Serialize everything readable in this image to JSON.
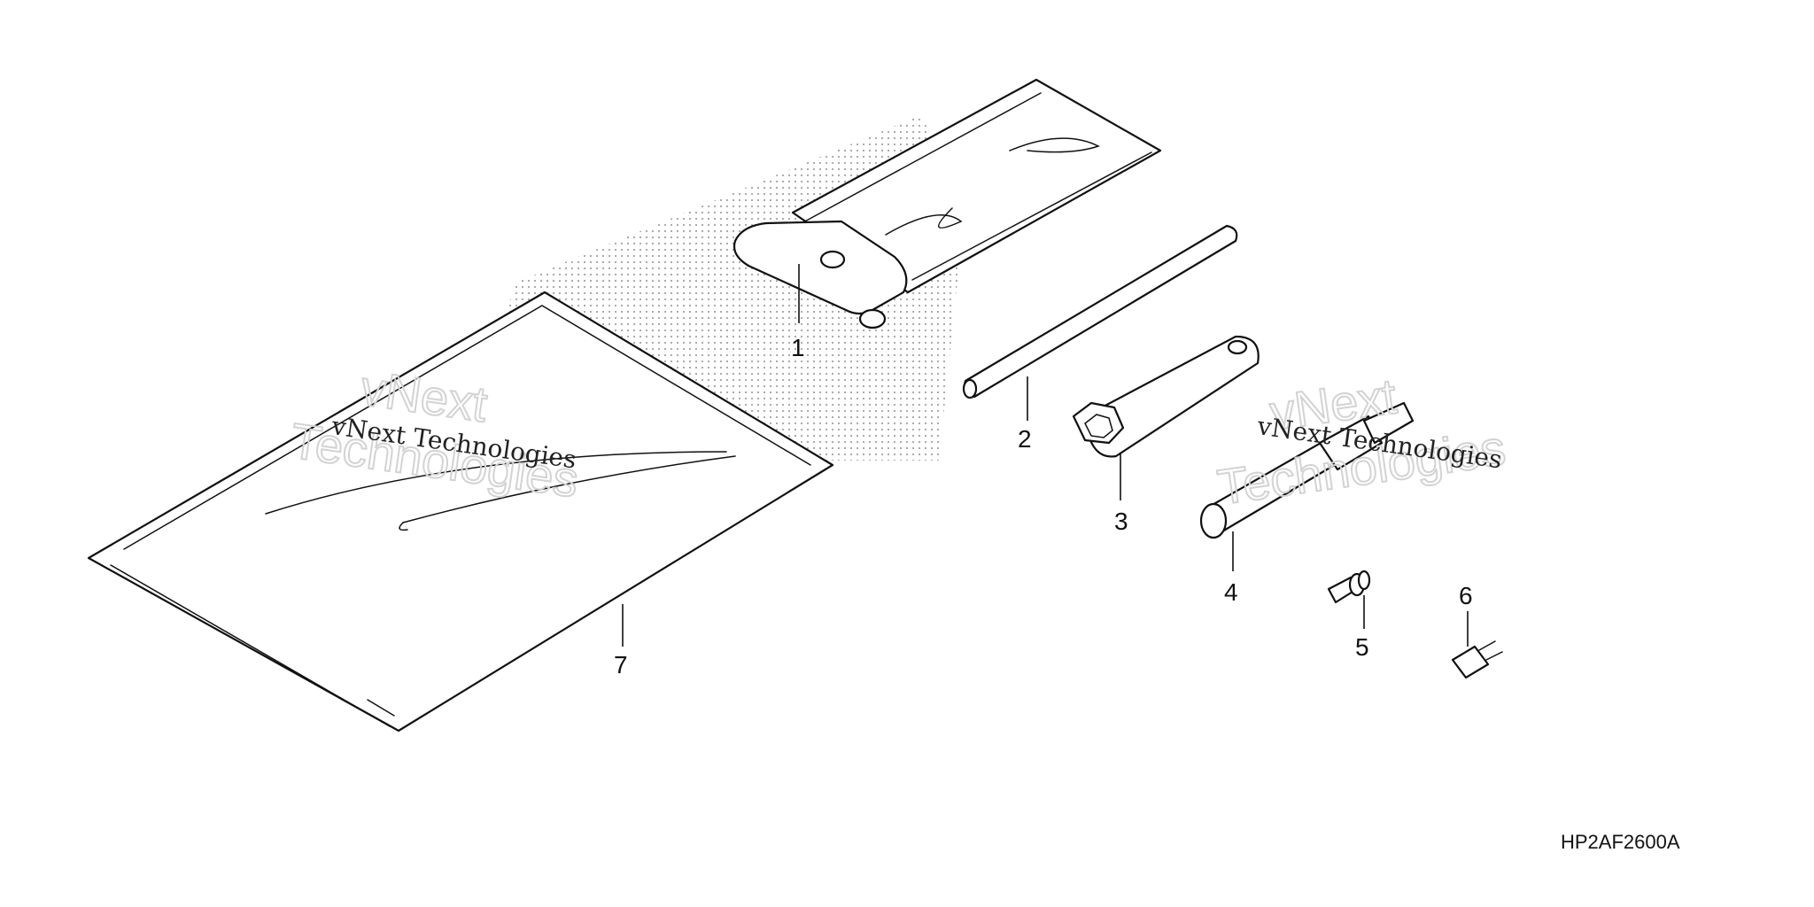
{
  "diagram": {
    "parts": [
      {
        "callout": "1",
        "icon": "tool-bag-icon"
      },
      {
        "callout": "2",
        "icon": "rod-icon"
      },
      {
        "callout": "3",
        "icon": "box-wrench-icon"
      },
      {
        "callout": "4",
        "icon": "plug-wrench-icon"
      },
      {
        "callout": "5",
        "icon": "bolt-icon"
      },
      {
        "callout": "6",
        "icon": "fuse-icon"
      },
      {
        "callout": "7",
        "icon": "manual-bag-icon"
      }
    ],
    "watermark": {
      "line_small": "vNext Technologies",
      "line_big_1": "vNext",
      "line_big_2": "Technologies"
    },
    "figure_code": "HP2AF2600A"
  }
}
